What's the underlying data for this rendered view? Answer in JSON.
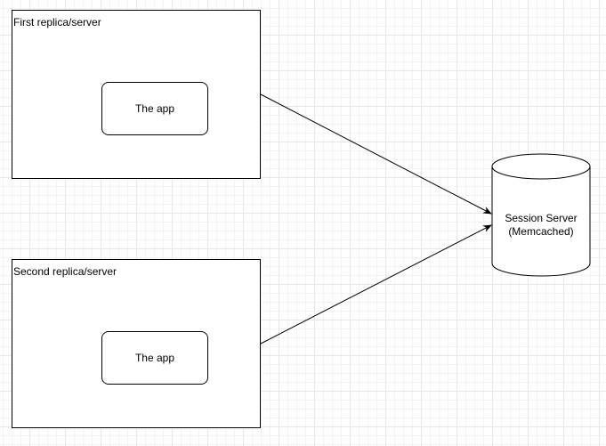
{
  "servers": [
    {
      "label": "First replica/server",
      "app_label": "The app"
    },
    {
      "label": "Second replica/server",
      "app_label": "The app"
    }
  ],
  "session_server": {
    "line1": "Session Server",
    "line2": "(Memcached)"
  },
  "colors": {
    "stroke": "#000000",
    "fill": "#ffffff",
    "grid": "#e6e6e6"
  }
}
